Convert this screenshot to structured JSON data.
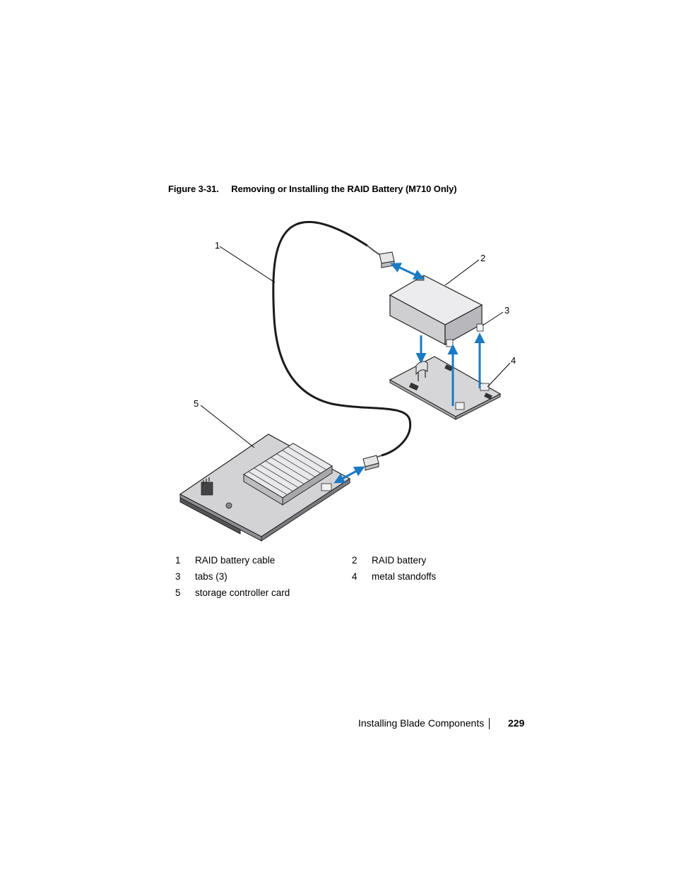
{
  "figure": {
    "label": "Figure 3-31.",
    "title": "Removing or Installing the RAID Battery (M710 Only)",
    "callouts": [
      "1",
      "2",
      "3",
      "4",
      "5"
    ]
  },
  "legend": [
    {
      "num": "1",
      "text": "RAID battery cable"
    },
    {
      "num": "2",
      "text": "RAID battery"
    },
    {
      "num": "3",
      "text": "tabs (3)"
    },
    {
      "num": "4",
      "text": "metal standoffs"
    },
    {
      "num": "5",
      "text": "storage controller card"
    }
  ],
  "footer": {
    "section": "Installing Blade Components",
    "page": "229"
  },
  "colors": {
    "arrow": "#1a7ac4",
    "battery": "#d6d6d8",
    "board": "#c9c9cc",
    "tray": "#d0d0d2"
  }
}
